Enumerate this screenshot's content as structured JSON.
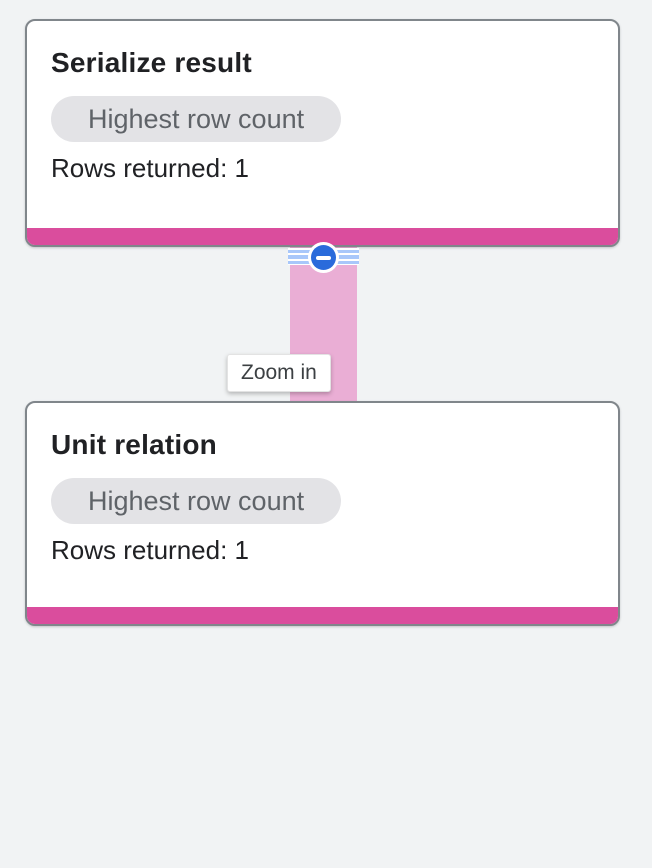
{
  "window": {
    "type": "query-execution-graph"
  },
  "colors": {
    "bg": "#F1F3F4",
    "card_bg": "#FFFFFF",
    "card_border": "#80868B",
    "severity_pink": "#DA4D9D",
    "edge_pink": "#EAAED5",
    "collapse_blue": "#2A6BDB",
    "stripe_blue": "#A8C7FA",
    "badge_bg": "#E3E3E6",
    "badge_text": "#5F6368",
    "title_text": "#202124",
    "body_text": "#202124",
    "tooltip_bg": "#FFFFFF",
    "tooltip_text": "#3C4043"
  },
  "graph": {
    "nodes": [
      {
        "title": "Serialize result",
        "badge": "Highest row count",
        "rows_label": "Rows returned: 1"
      },
      {
        "title": "Unit relation",
        "badge": "Highest row count",
        "rows_label": "Rows returned: 1"
      }
    ],
    "edge": {
      "collapse_icon": "minus-in-circle"
    },
    "tooltip": {
      "label": "Zoom in"
    }
  }
}
